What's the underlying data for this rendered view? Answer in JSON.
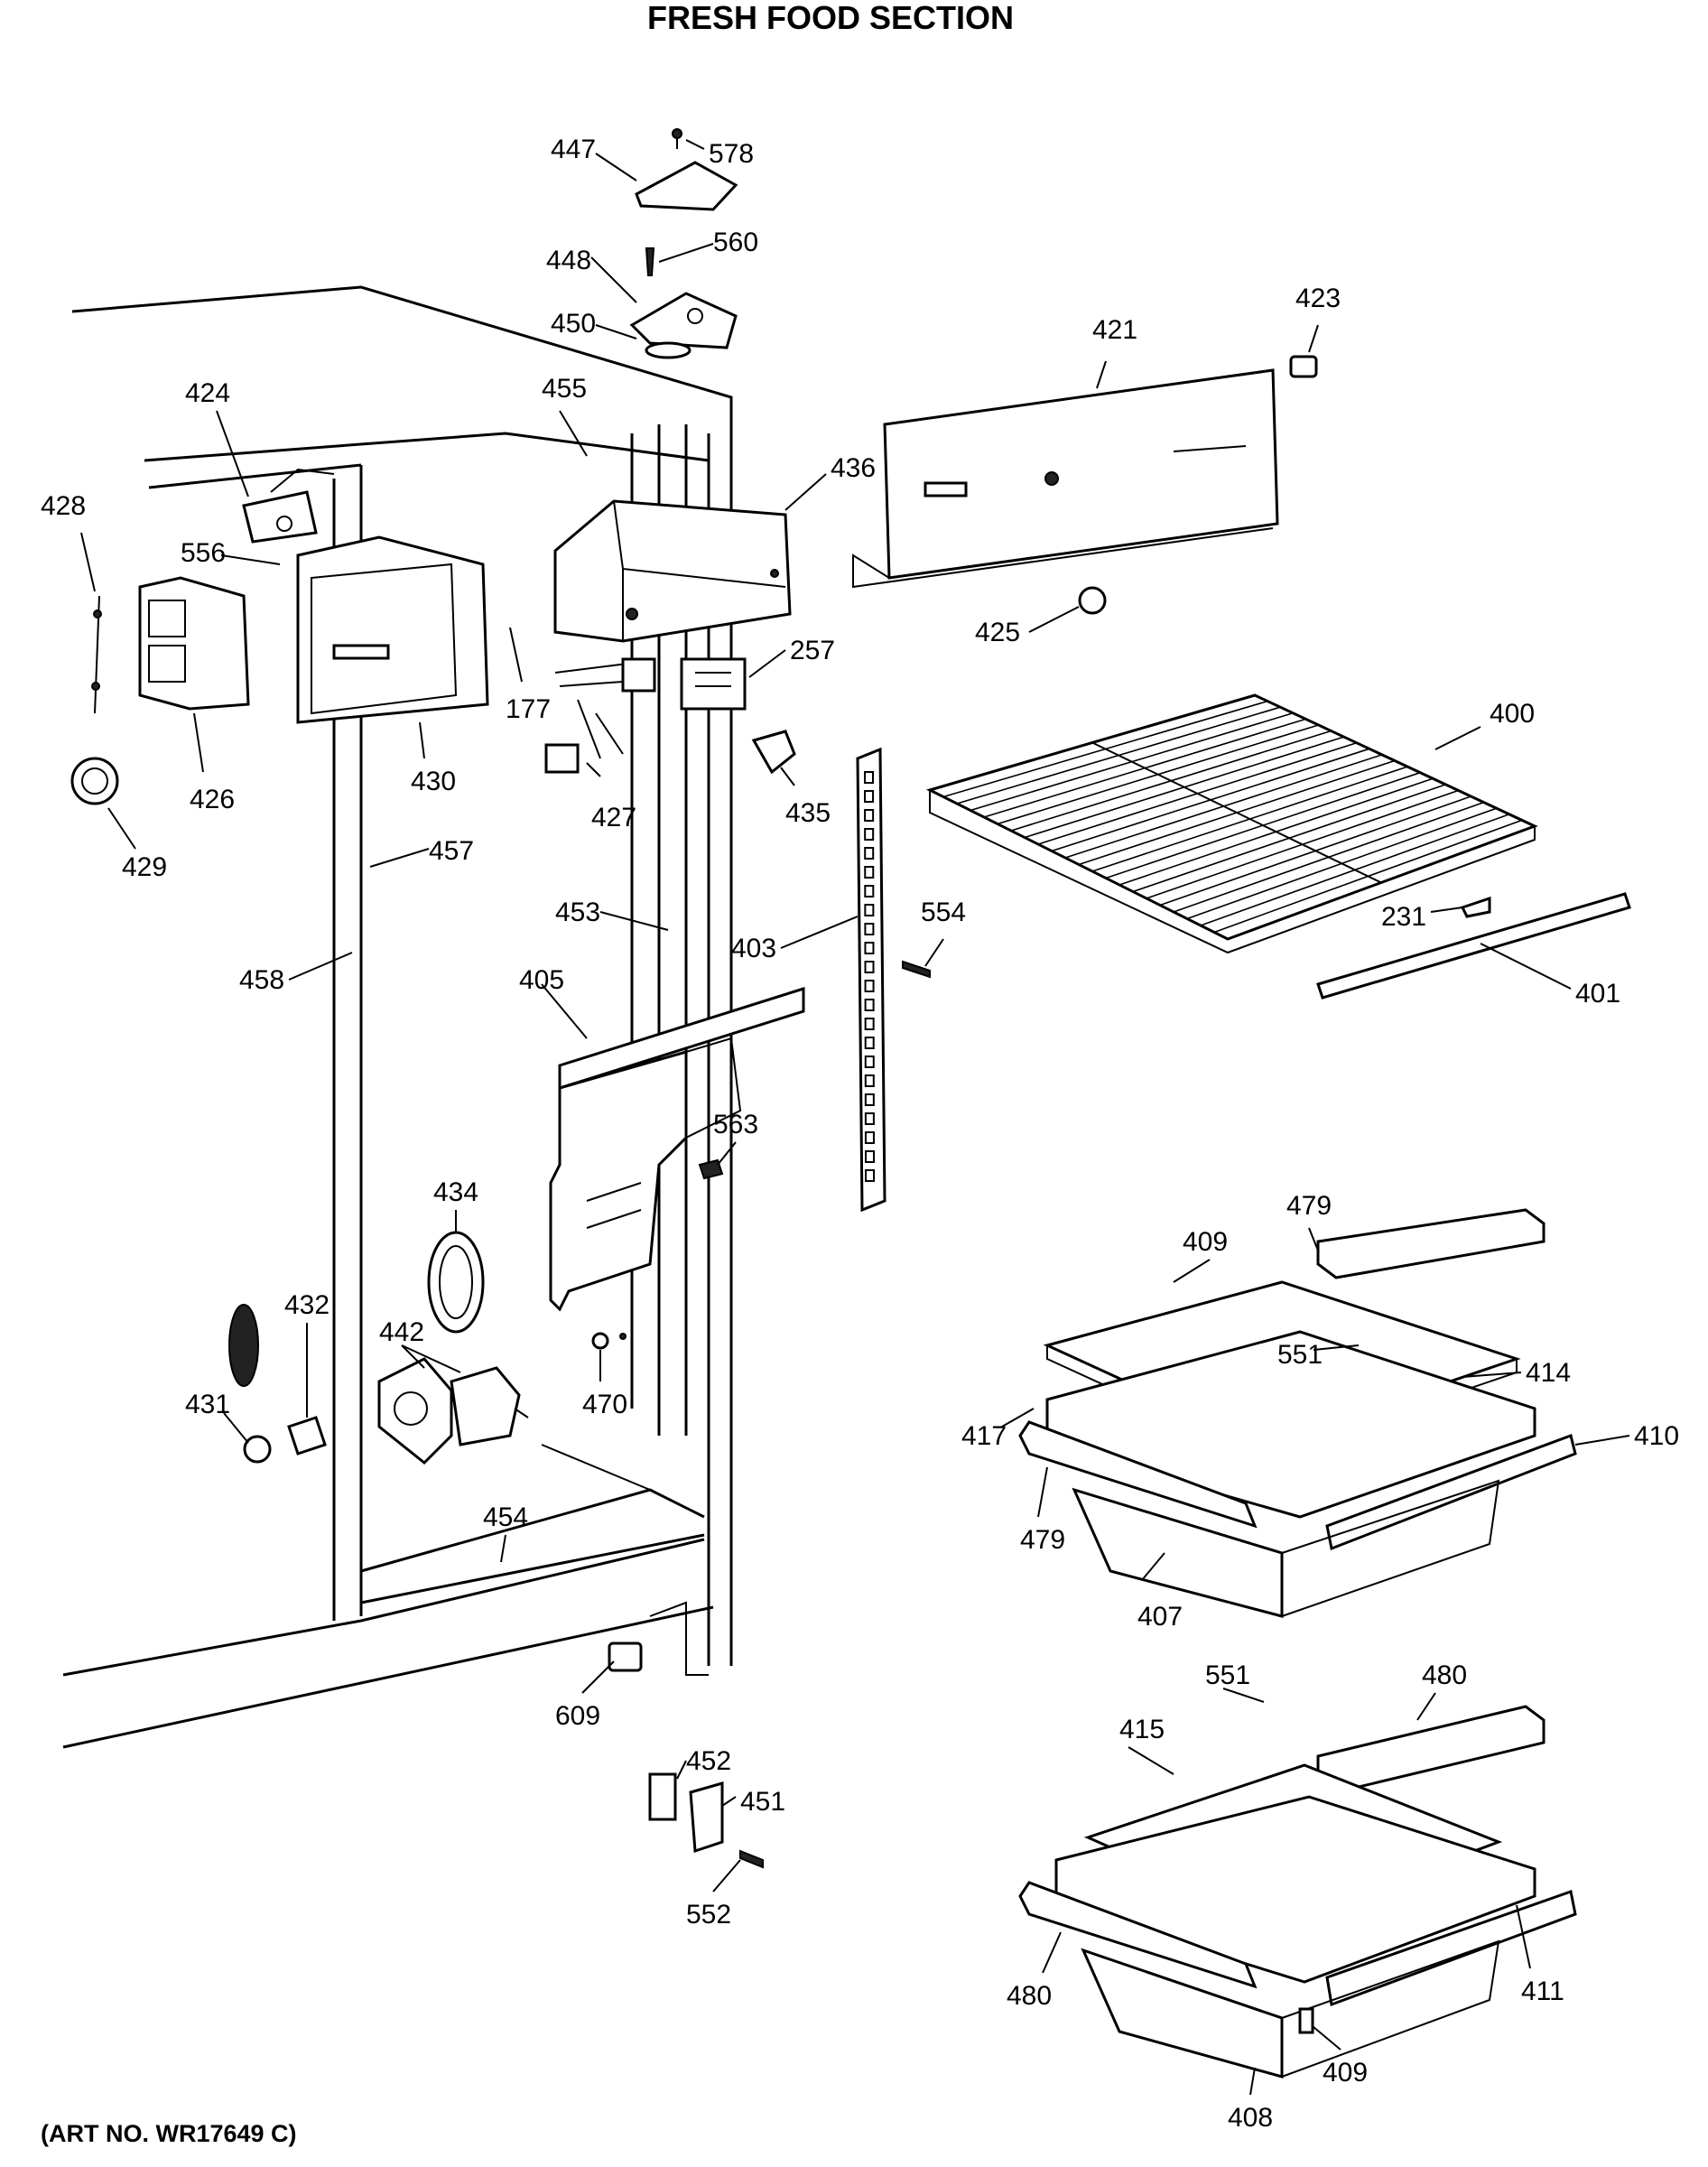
{
  "title": "FRESH FOOD SECTION",
  "art_number": "(ART NO. WR17649 C)",
  "part_labels": {
    "p447": "447",
    "p578": "578",
    "p448": "448",
    "p560": "560",
    "p450": "450",
    "p423": "423",
    "p421": "421",
    "p455": "455",
    "p424": "424",
    "p436": "436",
    "p428": "428",
    "p556": "556",
    "p425": "425",
    "p257": "257",
    "p177": "177",
    "p426": "426",
    "p430": "430",
    "p427": "427",
    "p435": "435",
    "p400": "400",
    "p429": "429",
    "p457": "457",
    "p453": "453",
    "p554": "554",
    "p231": "231",
    "p458": "458",
    "p405": "405",
    "p403": "403",
    "p401": "401",
    "p563": "563",
    "p434": "434",
    "p479a": "479",
    "p409a": "409",
    "p432": "432",
    "p442": "442",
    "p551a": "551",
    "p414": "414",
    "p470": "470",
    "p431": "431",
    "p417": "417",
    "p410": "410",
    "p454": "454",
    "p479b": "479",
    "p407": "407",
    "p480a": "480",
    "p551b": "551",
    "p609": "609",
    "p415": "415",
    "p452": "452",
    "p451": "451",
    "p552": "552",
    "p480b": "480",
    "p411": "411",
    "p409b": "409",
    "p408": "408"
  }
}
